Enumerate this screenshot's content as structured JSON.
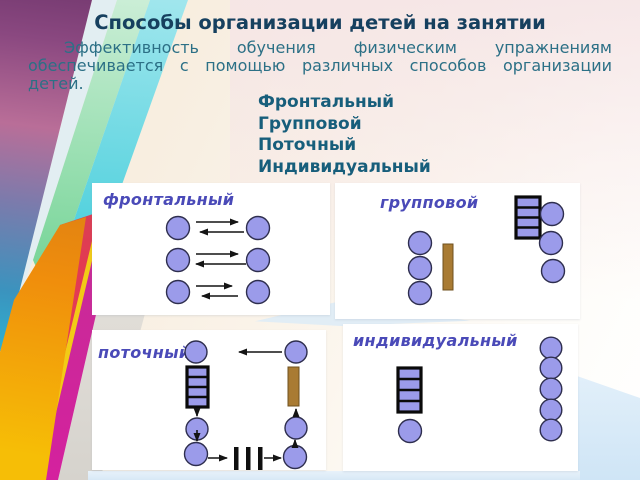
{
  "slide": {
    "title": "Способы организации детей на занятии",
    "paragraph_lines": [
      "Эффективность обучения физическим упражнениям",
      "обеспечивается с помощью различных способов организации",
      "детей."
    ],
    "methods_list": [
      "Фронтальный",
      "Групповой",
      "Поточный",
      "Индивидуальный"
    ]
  },
  "panels": [
    {
      "label": "фронтальный",
      "children_circles": 6,
      "arrow_pairs": 3
    },
    {
      "label": "групповой",
      "children_circles": 6,
      "bench_count": 1,
      "wall_bars_count": 1
    },
    {
      "label": "поточный",
      "children_circles": 6,
      "bench_count": 1,
      "wall_bars_count": 1,
      "hurdles": 3,
      "flow_arrows": 8
    },
    {
      "label": "индивидуальный",
      "children_circles": 6,
      "wall_bars_count": 1
    }
  ],
  "colors": {
    "title_text": "#16405f",
    "body_text": "#2c7086",
    "list_text": "#175e7b",
    "panel_label": "#4a4ab8",
    "child_circle": "#9b9bea",
    "bench": "#a97b33"
  }
}
